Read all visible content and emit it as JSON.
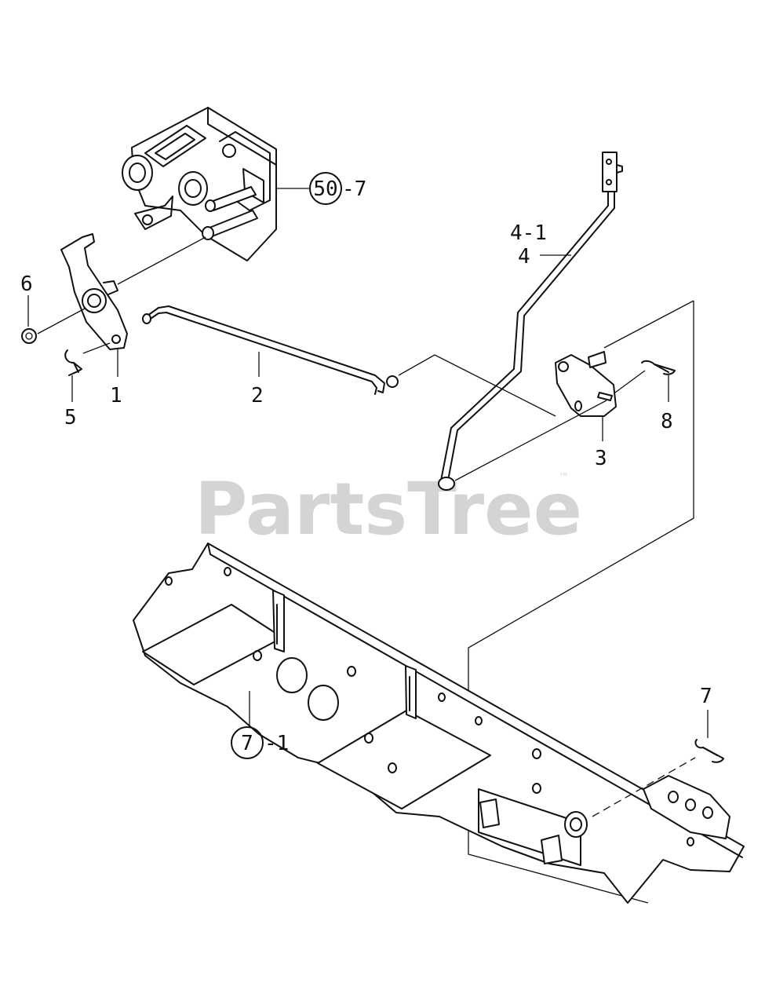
{
  "watermark": {
    "text": "PartsTree",
    "trademark": "™"
  },
  "callouts": {
    "c50_7": {
      "circled": "50",
      "suffix": "-7"
    },
    "c7_1": {
      "circled": "7",
      "suffix": "-1"
    },
    "c4_1": "4-1",
    "c4": "4",
    "c6": "6",
    "c1": "1",
    "c5": "5",
    "c2": "2",
    "c3": "3",
    "c8": "8",
    "c7": "7"
  },
  "icons": {
    "housing": "pedal-housing-icon",
    "lever": "lift-lever-icon",
    "rod": "lift-rod-icon",
    "handle": "lift-handle-icon",
    "bracket": "pivot-bracket-icon",
    "frame": "frame-channel-icon",
    "clip": "hairpin-clip-icon",
    "ring": "e-ring-icon"
  }
}
